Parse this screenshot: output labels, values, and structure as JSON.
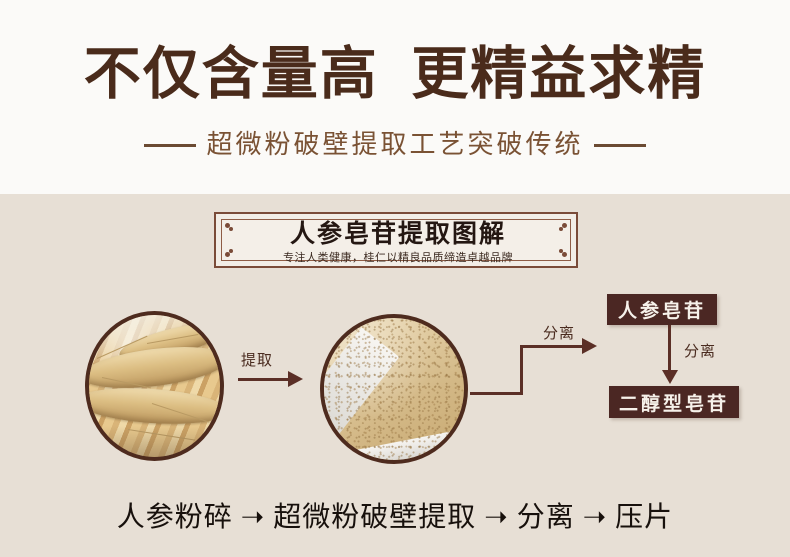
{
  "header": {
    "headline": "不仅含量高  更精益求精",
    "subheadline": "超微粉破壁提取工艺突破传统"
  },
  "plaque": {
    "title": "人参皂苷提取图解",
    "subtitle": "专注人类健康，桂仁以精良品质缔造卓越品牌"
  },
  "diagram": {
    "steps": [
      {
        "name": "ginseng-root-photo",
        "caption": ""
      },
      {
        "name": "extract-arrow",
        "caption": "提取"
      },
      {
        "name": "ginseng-powder-photo",
        "caption": ""
      },
      {
        "name": "separate-arrow-1",
        "caption": "分离"
      },
      {
        "name": "separate-arrow-2",
        "caption": "分离"
      }
    ],
    "labels": {
      "extract": "提取",
      "separate_1": "分离",
      "separate_2": "分离"
    },
    "result_boxes": [
      {
        "label": "人参皂苷"
      },
      {
        "label": "二醇型皂苷"
      }
    ]
  },
  "caption": "人参粉碎 ➝ 超微粉破壁提取 ➝ 分离 ➝ 压片",
  "colors": {
    "top_background": "#FBFAF8",
    "lower_background": "#E7DFD5",
    "headline_brown": "#4A2B1B",
    "subheadline_brown": "#7A5234",
    "plaque_fill": "#F4EFE8",
    "plaque_border": "#7A4B38",
    "box_fill": "#4B2723",
    "box_text": "#F6F1EA",
    "arrow_brown": "#5B2F26",
    "caption_text": "#17100C"
  }
}
